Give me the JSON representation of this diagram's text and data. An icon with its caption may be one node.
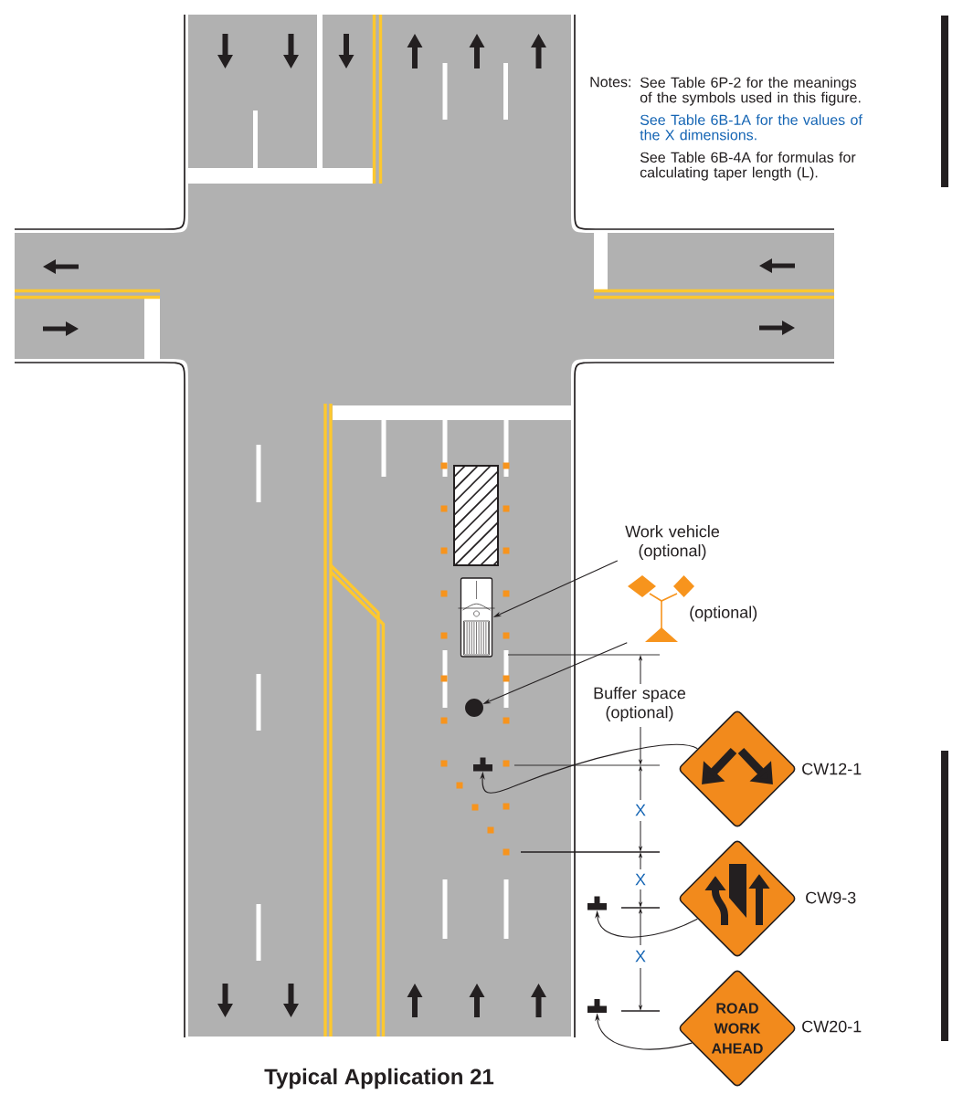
{
  "diagram": {
    "title": "Typical Application 21",
    "nodes": [
      {
        "text": [
          "Work vehicle (optional)"
        ]
      },
      {
        "text": [],
        "shape": "picture"
      },
      {
        "text": [],
        "shape": "picture",
        "beside": [
          "(optional)"
        ]
      },
      {
        "text": [],
        "shape": "circle"
      },
      {
        "text": [],
        "shape": "diamond",
        "beside": [
          "CW12-1"
        ]
      },
      {
        "text": [],
        "shape": "diamond",
        "beside": [
          "CW9-3"
        ]
      },
      {
        "text": [
          "ROAD WORK AHEAD"
        ],
        "beside": [
          "CW20-1"
        ]
      },
      {
        "text": [],
        "shape": "sign"
      },
      {
        "text": [],
        "shape": "sign"
      },
      {
        "text": [],
        "shape": "sign"
      }
    ],
    "edges": [
      {
        "from": 0,
        "to": 1,
        "arrow": "to"
      },
      {
        "from": 2,
        "to": 3,
        "arrow": "to"
      },
      {
        "from": 4,
        "to": 7,
        "arrow": "to"
      },
      {
        "from": 5,
        "to": 8,
        "arrow": "to"
      },
      {
        "from": 6,
        "to": 9,
        "arrow": "to"
      }
    ],
    "labels": [
      "Notes:",
      "See Table 6P-2 for the meanings of the symbols used in this figure.",
      "See Table 6B-1A for the values of the X dimensions.",
      "See Table 6B-4A for formulas for calculating taper length (L).",
      "Buffer space (optional)",
      "X",
      "X",
      "X"
    ]
  }
}
